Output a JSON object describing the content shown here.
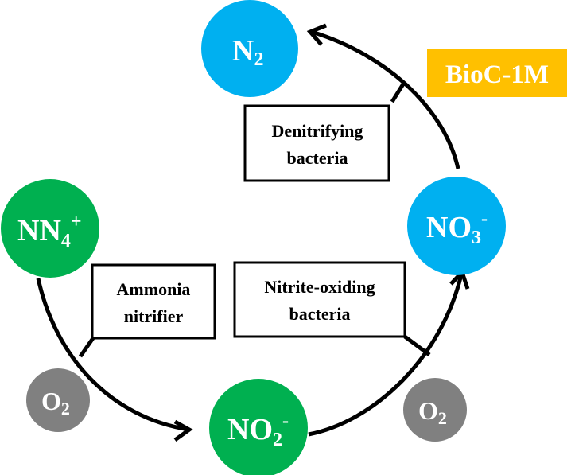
{
  "colors": {
    "blue": "#00b0f0",
    "green": "#00b050",
    "gray": "#808080",
    "orange": "#ffc000"
  },
  "nodes": {
    "n2": {
      "main": "N",
      "sub": "2",
      "sup": ""
    },
    "no3": {
      "main": "NO",
      "sub": "3",
      "sup": "-"
    },
    "nh4": {
      "main": "NN",
      "sub": "4",
      "sup": "+"
    },
    "no2": {
      "main": "NO",
      "sub": "2",
      "sup": "-"
    },
    "o2_left": {
      "main": "O",
      "sub": "2"
    },
    "o2_right": {
      "main": "O",
      "sub": "2"
    }
  },
  "labels": {
    "denitrifying": [
      "Denitrifying",
      "bacteria"
    ],
    "ammonia": [
      "Ammonia",
      "nitrifier"
    ],
    "nitrite": [
      "Nitrite-oxiding",
      "bacteria"
    ]
  },
  "tag": "BioC-1M"
}
